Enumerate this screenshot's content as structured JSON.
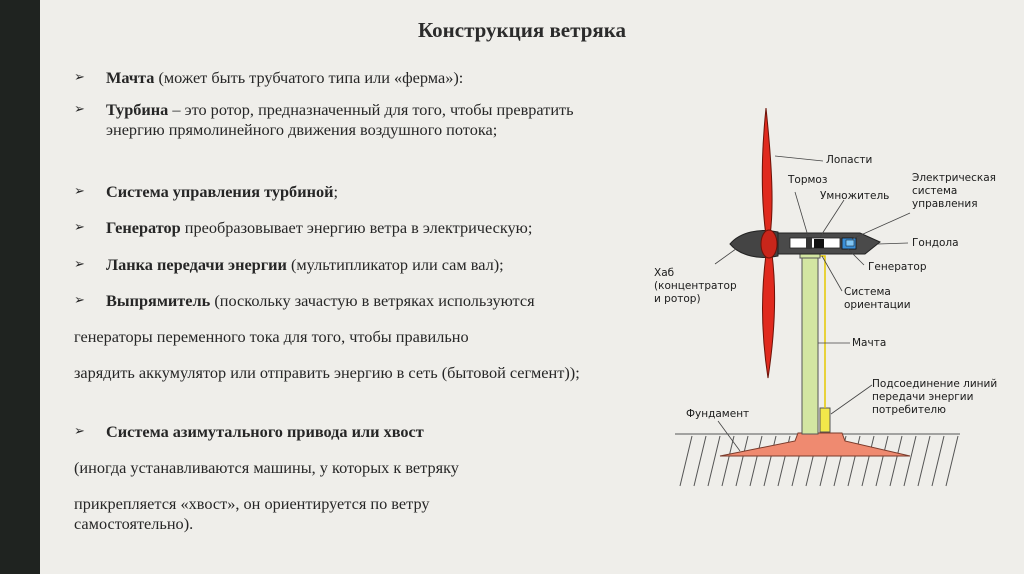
{
  "title": "Конструкция ветряка",
  "bullets": [
    {
      "bold": "Мачта",
      "rest": " (может быть трубчатого типа или «ферма»):"
    },
    {
      "bold": "Турбина",
      "rest": " – это ротор, предназначенный для того, чтобы превратить энергию прямолинейного движения воздушного потока;"
    },
    {
      "bold": "Система управления турбиной",
      "rest": ";"
    },
    {
      "bold": "Генератор",
      "rest": " преобразовывает энергию ветра в электрическую;"
    },
    {
      "bold": "Ланка передачи энергии",
      "rest": " (мультипликатор или сам вал);"
    },
    {
      "bold": "Выпрямитель",
      "rest": " (поскольку зачастую в ветряках используются"
    },
    {
      "bold": "Система азимутального привода или хвост",
      "rest": ""
    }
  ],
  "paragraphs": [
    "генераторы переменного тока для того, чтобы правильно",
    " зарядить аккумулятор или отправить энергию в сеть (бытовой сегмент));",
    " (иногда устанавливаются машины, у которых к ветряку",
    " прикрепляется «хвост», он ориентируется по ветру самостоятельно)."
  ],
  "diagram_labels": {
    "blades": "Лопасти",
    "brake": "Тормоз",
    "multiplier": "Умножитель",
    "control": "Электрическая\nсистема\nуправления",
    "nacelle": "Гондола",
    "generator": "Генератор",
    "hub": "Хаб\n(концентратор\nи ротор)",
    "orientation": "Система\nориентации",
    "mast": "Мачта",
    "connection": "Подсоединение линий\nпередачи энергии\nпотребителю",
    "foundation": "Фундамент"
  },
  "colors": {
    "blade": "#e02a1e",
    "mast": "#d3e6a2",
    "nacelle": "#4a4a4a",
    "foundation": "#ef8a70",
    "generator": "#3b8fd6",
    "connector": "#f2e84a"
  }
}
